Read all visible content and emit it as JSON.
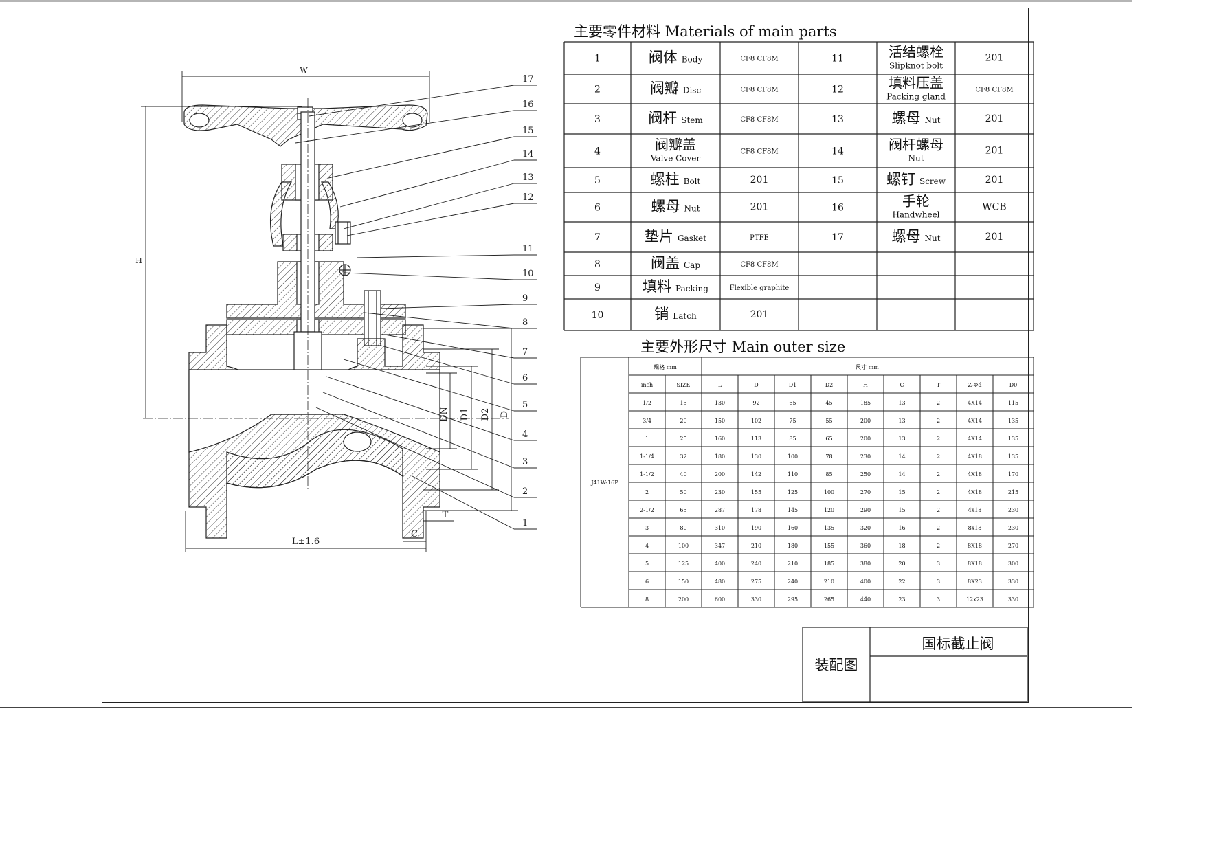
{
  "materials": {
    "title": "主要零件材料 Materials of main parts",
    "rows": [
      {
        "no": "1",
        "name_cn": "阀体",
        "name_en": "Body",
        "material": "CF8 CF8M",
        "no2": "11",
        "name2_cn": "活结螺栓",
        "name2_en": "Slipknot bolt",
        "material2": "201"
      },
      {
        "no": "2",
        "name_cn": "阀瓣",
        "name_en": "Disc",
        "material": "CF8 CF8M",
        "no2": "12",
        "name2_cn": "填料压盖",
        "name2_en": "Packing gland",
        "material2": "CF8 CF8M"
      },
      {
        "no": "3",
        "name_cn": "阀杆",
        "name_en": "Stem",
        "material": "CF8 CF8M",
        "no2": "13",
        "name2_cn": "螺母",
        "name2_en": "Nut",
        "material2": "201"
      },
      {
        "no": "4",
        "name_cn": "阀瓣盖",
        "name_en": "Valve Cover",
        "material": "CF8 CF8M",
        "no2": "14",
        "name2_cn": "阀杆螺母",
        "name2_en": "Nut",
        "material2": "201"
      },
      {
        "no": "5",
        "name_cn": "螺柱",
        "name_en": "Bolt",
        "material": "201",
        "no2": "15",
        "name2_cn": "螺钉",
        "name2_en": "Screw",
        "material2": "201"
      },
      {
        "no": "6",
        "name_cn": "螺母",
        "name_en": "Nut",
        "material": "201",
        "no2": "16",
        "name2_cn": "手轮",
        "name2_en": "Handwheel",
        "material2": "WCB"
      },
      {
        "no": "7",
        "name_cn": "垫片",
        "name_en": "Gasket",
        "material": "PTFE",
        "no2": "17",
        "name2_cn": "螺母",
        "name2_en": "Nut",
        "material2": "201"
      },
      {
        "no": "8",
        "name_cn": "阀盖",
        "name_en": "Cap",
        "material": "CF8 CF8M",
        "no2": "",
        "name2_cn": "",
        "name2_en": "",
        "material2": ""
      },
      {
        "no": "9",
        "name_cn": "填料",
        "name_en": "Packing",
        "material": "Flexible graphite",
        "no2": "",
        "name2_cn": "",
        "name2_en": "",
        "material2": ""
      },
      {
        "no": "10",
        "name_cn": "销",
        "name_en": "Latch",
        "material": "201",
        "no2": "",
        "name2_cn": "",
        "name2_en": "",
        "material2": ""
      }
    ]
  },
  "dimensions": {
    "title": "主要外形尺寸 Main outer size",
    "group_spec": "规格 mm",
    "group_size": "尺寸 mm",
    "model": "J41W-16P",
    "columns": [
      "inch",
      "SIZE",
      "L",
      "D",
      "D1",
      "D2",
      "H",
      "C",
      "T",
      "Z-Φd",
      "D0"
    ],
    "rows": [
      [
        "1/2",
        "15",
        "130",
        "92",
        "65",
        "45",
        "185",
        "13",
        "2",
        "4X14",
        "115"
      ],
      [
        "3/4",
        "20",
        "150",
        "102",
        "75",
        "55",
        "200",
        "13",
        "2",
        "4X14",
        "135"
      ],
      [
        "1",
        "25",
        "160",
        "113",
        "85",
        "65",
        "200",
        "13",
        "2",
        "4X14",
        "135"
      ],
      [
        "1-1/4",
        "32",
        "180",
        "130",
        "100",
        "78",
        "230",
        "14",
        "2",
        "4X18",
        "135"
      ],
      [
        "1-1/2",
        "40",
        "200",
        "142",
        "110",
        "85",
        "250",
        "14",
        "2",
        "4X18",
        "170"
      ],
      [
        "2",
        "50",
        "230",
        "155",
        "125",
        "100",
        "270",
        "15",
        "2",
        "4X18",
        "215"
      ],
      [
        "2-1/2",
        "65",
        "287",
        "178",
        "145",
        "120",
        "290",
        "15",
        "2",
        "4x18",
        "230"
      ],
      [
        "3",
        "80",
        "310",
        "190",
        "160",
        "135",
        "320",
        "16",
        "2",
        "8x18",
        "230"
      ],
      [
        "4",
        "100",
        "347",
        "210",
        "180",
        "155",
        "360",
        "18",
        "2",
        "8X18",
        "270"
      ],
      [
        "5",
        "125",
        "400",
        "240",
        "210",
        "185",
        "380",
        "20",
        "3",
        "8X18",
        "300"
      ],
      [
        "6",
        "150",
        "480",
        "275",
        "240",
        "210",
        "400",
        "22",
        "3",
        "8X23",
        "330"
      ],
      [
        "8",
        "200",
        "600",
        "330",
        "295",
        "265",
        "440",
        "23",
        "3",
        "12x23",
        "330"
      ]
    ]
  },
  "title_block": {
    "product": "国标截止阀",
    "drawing_type": "装配图"
  },
  "drawing": {
    "labels": {
      "W": "W",
      "H": "H",
      "L": "L±1.6",
      "C": "C",
      "T": "T",
      "DN": "DN",
      "D1": "D1",
      "D2": "D2",
      "D": "D"
    },
    "balloons": [
      "17",
      "16",
      "15",
      "14",
      "13",
      "12",
      "11",
      "10",
      "9",
      "8",
      "7",
      "6",
      "5",
      "4",
      "3",
      "2",
      "1"
    ]
  }
}
